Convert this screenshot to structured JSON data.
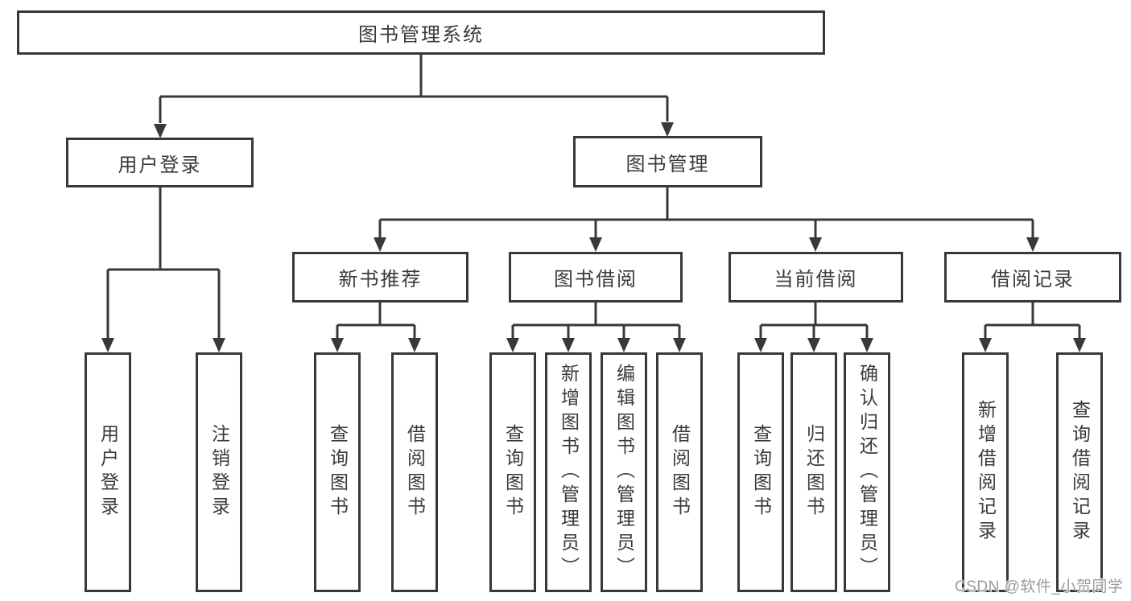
{
  "tree": {
    "root": {
      "label": "图书管理系统"
    },
    "branches": [
      {
        "label": "用户登录",
        "children": [
          "用户登录",
          "注销登录"
        ]
      },
      {
        "label": "图书管理",
        "modules": [
          {
            "label": "新书推荐",
            "children": [
              "查询图书",
              "借阅图书"
            ]
          },
          {
            "label": "图书借阅",
            "children": [
              "查询图书",
              "新增图书（管理员）",
              "编辑图书（管理员）",
              "借阅图书"
            ]
          },
          {
            "label": "当前借阅",
            "children": [
              "查询图书",
              "归还图书",
              "确认归还（管理员）"
            ]
          },
          {
            "label": "借阅记录",
            "children": [
              "新增借阅记录",
              "查询借阅记录"
            ]
          }
        ]
      }
    ]
  },
  "watermark": {
    "text": "CSDN @软件_小贺同学"
  },
  "colors": {
    "line": "#383838",
    "text": "#3a3a3a",
    "watermark": "#9b9b9b",
    "background": "#ffffff"
  }
}
